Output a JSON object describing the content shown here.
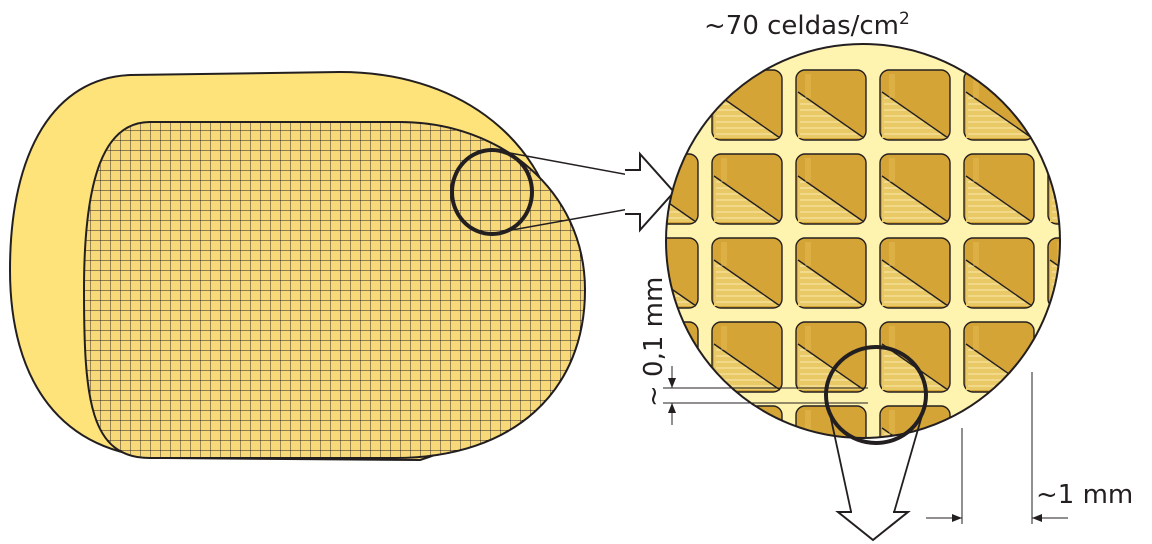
{
  "title": {
    "text": "~70 celdas/cm",
    "superscript": "2"
  },
  "dimensions": {
    "wall": "~ 0,1 mm",
    "cell": "~1 mm"
  },
  "colors": {
    "body_fill": "#fde37a",
    "grid_face": "#f7d97a",
    "wall_fill": "#fff3b0",
    "cell_fill": "#d4a437",
    "cell_shade": "#e9c866",
    "stroke": "#231f20"
  },
  "icons": {
    "zoom_arrow_right": "hollow-arrow-right-icon",
    "zoom_arrow_down": "hollow-arrow-down-icon"
  }
}
